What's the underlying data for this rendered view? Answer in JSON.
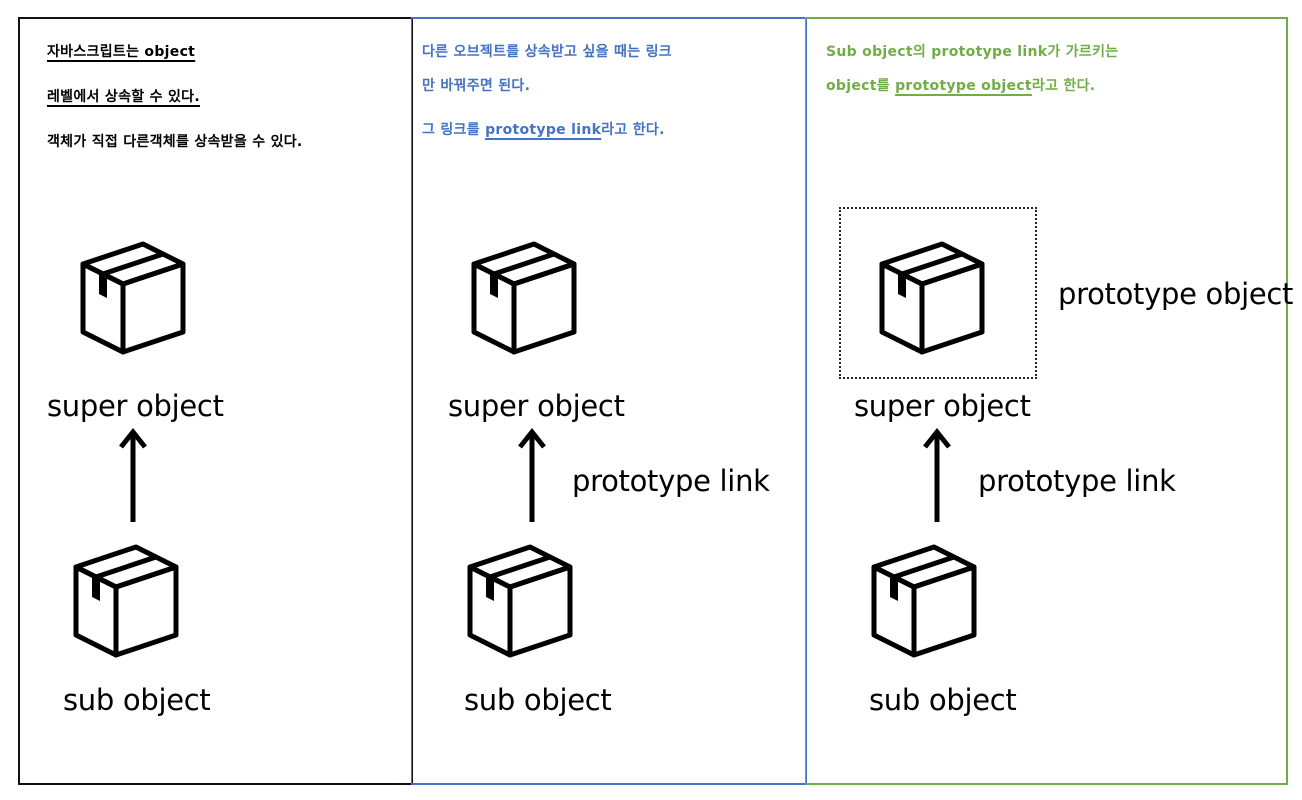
{
  "panel1": {
    "line1": "자바스크립트는 object ",
    "line2": "레벨에서 상속할 수 있다.",
    "line3": "객체가 직접 다른객체를 상속받을 수 있다.",
    "super_label": "super  object",
    "sub_label": "sub  object",
    "color": "#000000"
  },
  "panel2": {
    "line1": "다른 오브젝트를 상속받고 싶을 때는 링크",
    "line2": "만 바꿔주면 된다.",
    "line3_pre": "그 링크를 ",
    "line3_link": "prototype link",
    "line3_post": "라고 한다.",
    "super_label": "super  object",
    "sub_label": "sub  object",
    "link_label": "prototype link",
    "color": "#4472c4"
  },
  "panel3": {
    "line1": "Sub  object의  prototype  link가  가르키는",
    "line2_pre": "object를  ",
    "line2_link": "prototype object",
    "line2_post": "라고  한다.",
    "proto_label": "prototype object",
    "super_label": "super  object",
    "sub_label": "sub  object",
    "link_label": "prototype link",
    "color": "#70ad47"
  },
  "icons": {
    "box": "box-icon",
    "arrow": "up-arrow-icon"
  }
}
